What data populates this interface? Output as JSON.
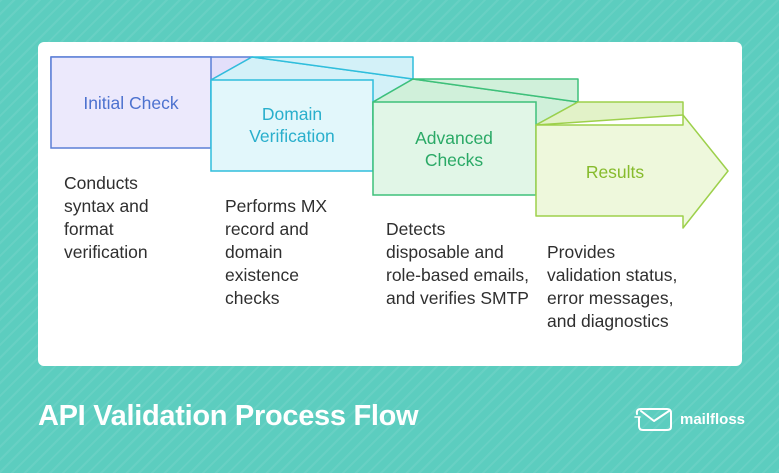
{
  "title": "API Validation Process Flow",
  "brand": {
    "name": "mailfloss",
    "icon": "envelope-icon"
  },
  "steps": [
    {
      "label": "Initial Check",
      "description": "Conducts syntax and format verification",
      "fill": "#ece9fc",
      "stroke": "#5b7fd6",
      "text_color": "#4d72cf"
    },
    {
      "label": "Domain Verification",
      "description": "Performs MX record and domain existence checks",
      "fill": "#e2f7fb",
      "stroke": "#30bedc",
      "text_color": "#29afcc"
    },
    {
      "label": "Advanced Checks",
      "description": "Detects disposable and role-based emails, and verifies SMTP",
      "fill": "#e1f6e7",
      "stroke": "#3ec07a",
      "text_color": "#2aa966"
    },
    {
      "label": "Results",
      "description": "Provides validation status, error messages, and diagnostics",
      "fill": "#eef8dc",
      "stroke": "#9dd04b",
      "text_color": "#86bb2c"
    }
  ]
}
